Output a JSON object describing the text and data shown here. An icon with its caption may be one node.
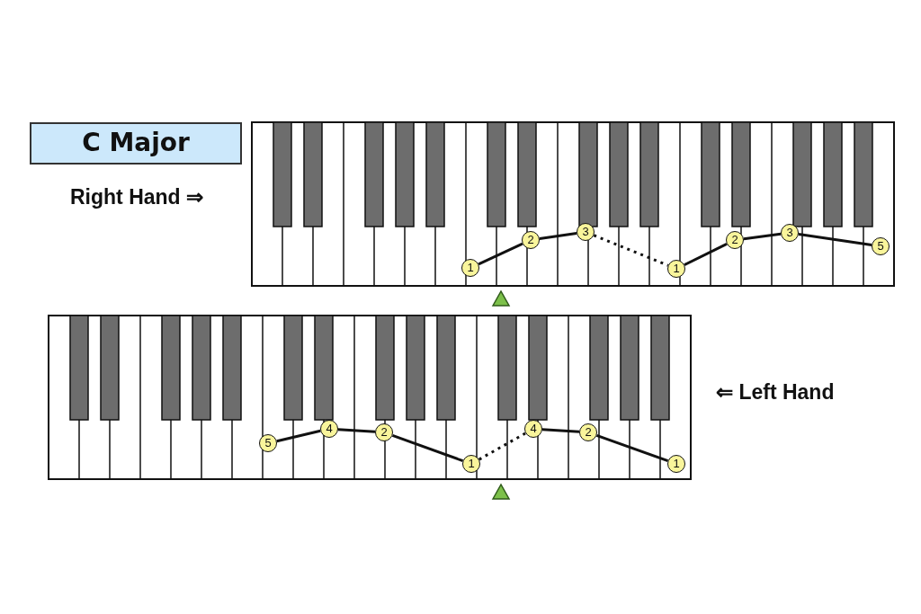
{
  "diagram": {
    "title": "C Major",
    "nodes": [
      {
        "text": [
          "1"
        ]
      },
      {
        "text": [
          "2"
        ]
      },
      {
        "text": [
          "3"
        ]
      },
      {
        "text": [
          "1"
        ]
      },
      {
        "text": [
          "2"
        ]
      },
      {
        "text": [
          "3"
        ]
      },
      {
        "text": [
          "5"
        ]
      },
      {
        "text": [
          "5"
        ]
      },
      {
        "text": [
          "4"
        ]
      },
      {
        "text": [
          "2"
        ]
      },
      {
        "text": [
          "1"
        ]
      },
      {
        "text": [
          "4"
        ]
      },
      {
        "text": [
          "2"
        ]
      },
      {
        "text": [
          "1"
        ]
      }
    ],
    "edges": [
      {
        "from": 0,
        "to": 1,
        "arrow": "none"
      },
      {
        "from": 1,
        "to": 2,
        "arrow": "none"
      },
      {
        "from": 2,
        "to": 3,
        "arrow": "none",
        "style": "dashed"
      },
      {
        "from": 3,
        "to": 4,
        "arrow": "none"
      },
      {
        "from": 4,
        "to": 5,
        "arrow": "none"
      },
      {
        "from": 5,
        "to": 6,
        "arrow": "none"
      },
      {
        "from": 7,
        "to": 8,
        "arrow": "none"
      },
      {
        "from": 8,
        "to": 9,
        "arrow": "none"
      },
      {
        "from": 9,
        "to": 10,
        "arrow": "none"
      },
      {
        "from": 10,
        "to": 11,
        "arrow": "none",
        "style": "dashed"
      },
      {
        "from": 11,
        "to": 12,
        "arrow": "none"
      },
      {
        "from": 12,
        "to": 13,
        "arrow": "none"
      }
    ],
    "labels": [
      "Right Hand ⇒",
      "⇐ Left Hand"
    ]
  }
}
